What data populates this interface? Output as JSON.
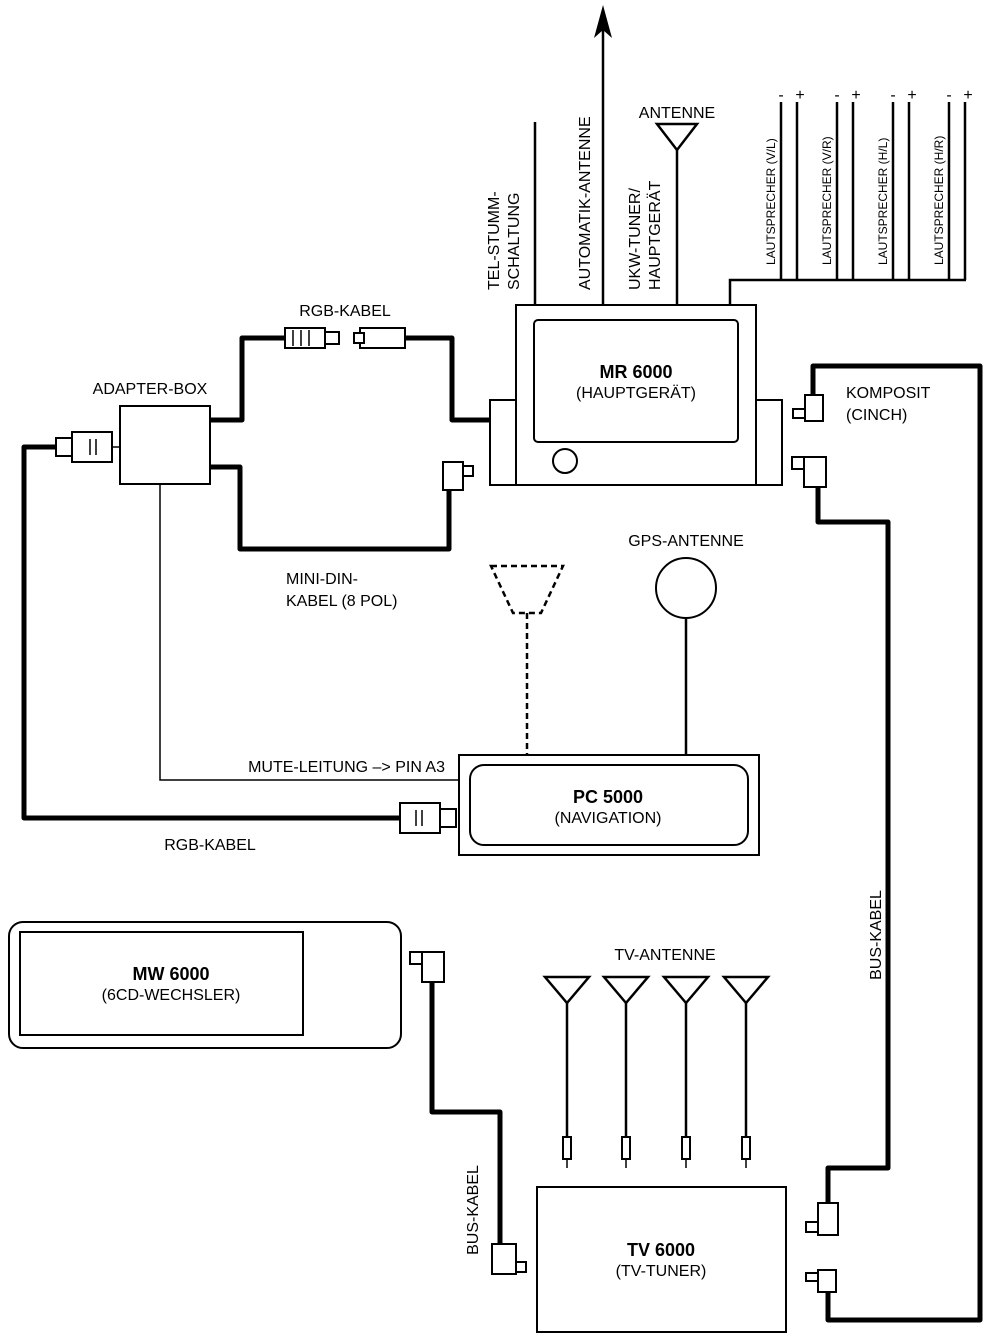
{
  "devices": {
    "mr6000": {
      "name": "MR 6000",
      "desc": "(HAUPTGERÄT)"
    },
    "pc5000": {
      "name": "PC 5000",
      "desc": "(NAVIGATION)"
    },
    "mw6000": {
      "name": "MW 6000",
      "desc": "(6CD-WECHSLER)"
    },
    "tv6000": {
      "name": "TV 6000",
      "desc": "(TV-TUNER)"
    }
  },
  "labels": {
    "rgb_kabel_top": "RGB-KABEL",
    "adapter_box": "ADAPTER-BOX",
    "mini_din_1": "MINI-DIN-",
    "mini_din_2": "KABEL (8 POL)",
    "mute_leitung": "MUTE-LEITUNG –> PIN A3",
    "rgb_kabel_bottom": "RGB-KABEL",
    "gps_antenne": "GPS-ANTENNE",
    "komposit_1": "KOMPOSIT",
    "komposit_2": "(CINCH)",
    "bus_kabel_right": "BUS-KABEL",
    "bus_kabel_left": "BUS-KABEL",
    "tv_antenne": "TV-ANTENNE",
    "antenne": "ANTENNE",
    "tel_stumm_1": "TEL-STUMM-",
    "tel_stumm_2": "SCHALTUNG",
    "automatik_antenne": "AUTOMATIK-ANTENNE",
    "ukw_tuner_1": "UKW-TUNER/",
    "ukw_tuner_2": "HAUPTGERÄT"
  },
  "speakers": [
    {
      "label": "LAUTSPRECHER (V/L)",
      "minus": "-",
      "plus": "+"
    },
    {
      "label": "LAUTSPRECHER (V/R)",
      "minus": "-",
      "plus": "+"
    },
    {
      "label": "LAUTSPRECHER (H/L)",
      "minus": "-",
      "plus": "+"
    },
    {
      "label": "LAUTSPRECHER (H/R)",
      "minus": "-",
      "plus": "+"
    }
  ]
}
